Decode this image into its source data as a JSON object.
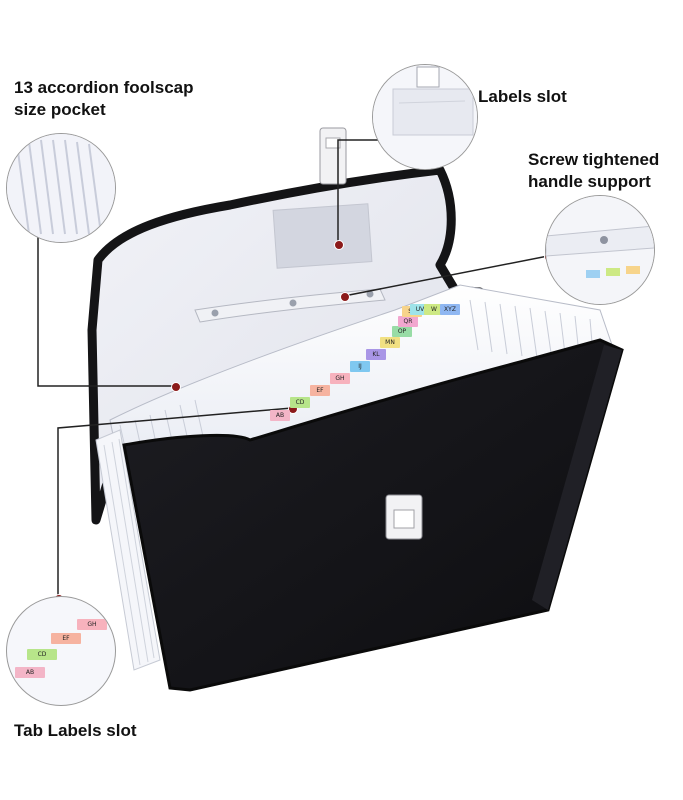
{
  "callouts": {
    "accordion": "13 accordion foolscap\nsize pocket",
    "labels_slot": "Labels slot",
    "handle_support": "Screw tightened\nhandle support",
    "tab_labels": "Tab Labels slot"
  },
  "tabs": [
    {
      "text": "AB",
      "color": "#f3b5c7"
    },
    {
      "text": "CD",
      "color": "#b7e58a"
    },
    {
      "text": "EF",
      "color": "#f6b3a0"
    },
    {
      "text": "GH",
      "color": "#f7b2bd"
    },
    {
      "text": "IJ",
      "color": "#7fc8f0"
    },
    {
      "text": "KL",
      "color": "#a996e6"
    },
    {
      "text": "MN",
      "color": "#f1e082"
    },
    {
      "text": "OP",
      "color": "#98dca6"
    },
    {
      "text": "QR",
      "color": "#f2a7cf"
    },
    {
      "text": "ST",
      "color": "#f7d48b"
    },
    {
      "text": "UV",
      "color": "#9ee3e9"
    },
    {
      "text": "W",
      "color": "#cde984"
    },
    {
      "text": "XYZ",
      "color": "#8fb7f2"
    }
  ]
}
